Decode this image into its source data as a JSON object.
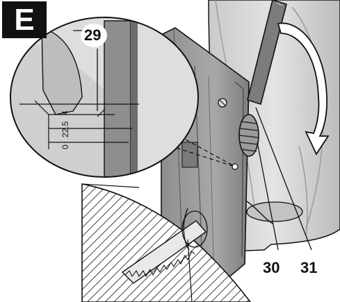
{
  "figure": {
    "letter": "E"
  },
  "callouts": {
    "c29": "29",
    "c30": "30",
    "c31": "31"
  },
  "scale": {
    "m4": "4",
    "m225": "22.5",
    "m0": "0"
  },
  "colors": {
    "ink": "#111111",
    "metal": "#9a9a9a",
    "metal_light": "#cfcfcf",
    "housing": "#dcdcdc",
    "paper": "#ffffff"
  },
  "icons": {
    "screw": "screw-icon",
    "rotate_arrow": "rotation-arrow-icon"
  }
}
